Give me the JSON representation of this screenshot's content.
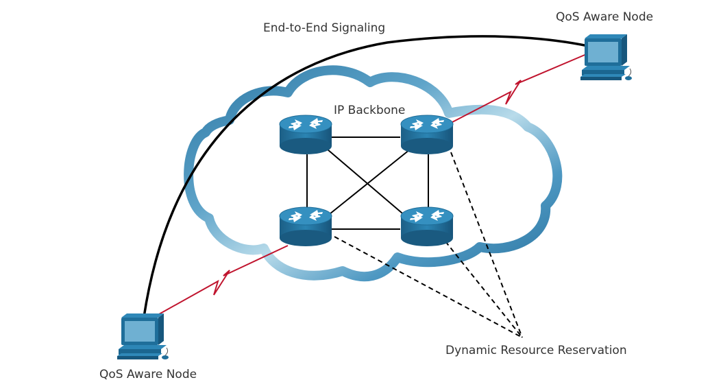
{
  "labels": {
    "signaling": "End-to-End Signaling",
    "backbone": "IP Backbone",
    "node_top": "QoS Aware Node",
    "node_bottom": "QoS Aware Node",
    "reservation": "Dynamic Resource Reservation"
  },
  "colors": {
    "cloud_dark": "#2f7aa6",
    "cloud_light": "#b5d8e8",
    "router_top": "#2a7ca8",
    "router_body": "#1b6690",
    "serial_link": "#c0142e",
    "signaling_line": "#000000",
    "text": "#333333"
  },
  "icons": {
    "router": "router-icon",
    "computer": "pc-icon",
    "serial": "serial-link-zigzag"
  }
}
